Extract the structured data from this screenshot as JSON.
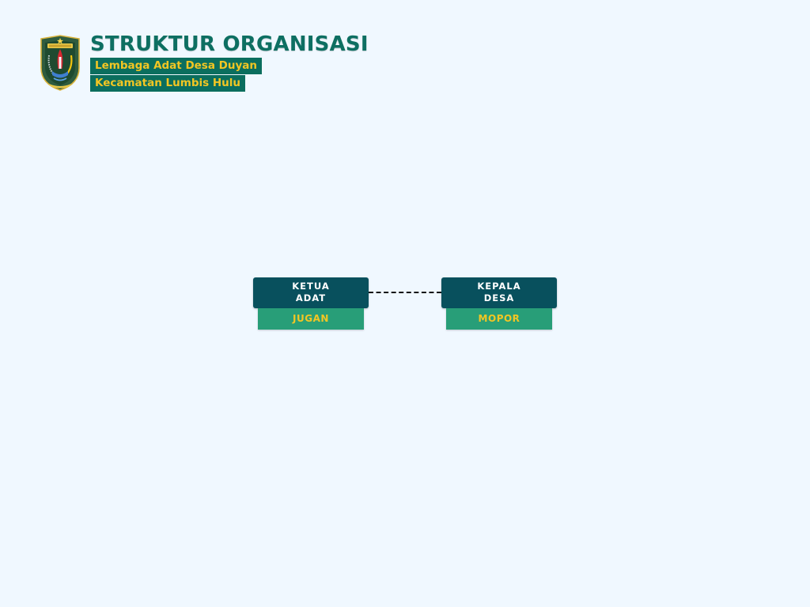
{
  "header": {
    "title": "STRUKTUR ORGANISASI",
    "subtitle_line1": "Lembaga Adat Desa Duyan",
    "subtitle_line2": "Kecamatan Lumbis Hulu",
    "emblem_icon": "regional-coat-of-arms-icon"
  },
  "nodes": [
    {
      "title_line1": "KETUA",
      "title_line2": "ADAT",
      "name": "JUGAN"
    },
    {
      "title_line1": "KEPALA",
      "title_line2": "DESA",
      "name": "MOPOR"
    }
  ],
  "connectors": [
    {
      "from": "KETUA ADAT",
      "to": "KEPALA DESA",
      "style": "dashed"
    }
  ],
  "colors": {
    "background": "#f0f8ff",
    "title_text": "#0d6f62",
    "subtitle_bg": "#0b6e5e",
    "subtitle_text": "#f3c623",
    "node_title_bg": "#08505d",
    "node_title_text": "#ffffff",
    "node_name_bg": "#289e78",
    "node_name_text": "#f3c623",
    "connector": "#111111"
  }
}
